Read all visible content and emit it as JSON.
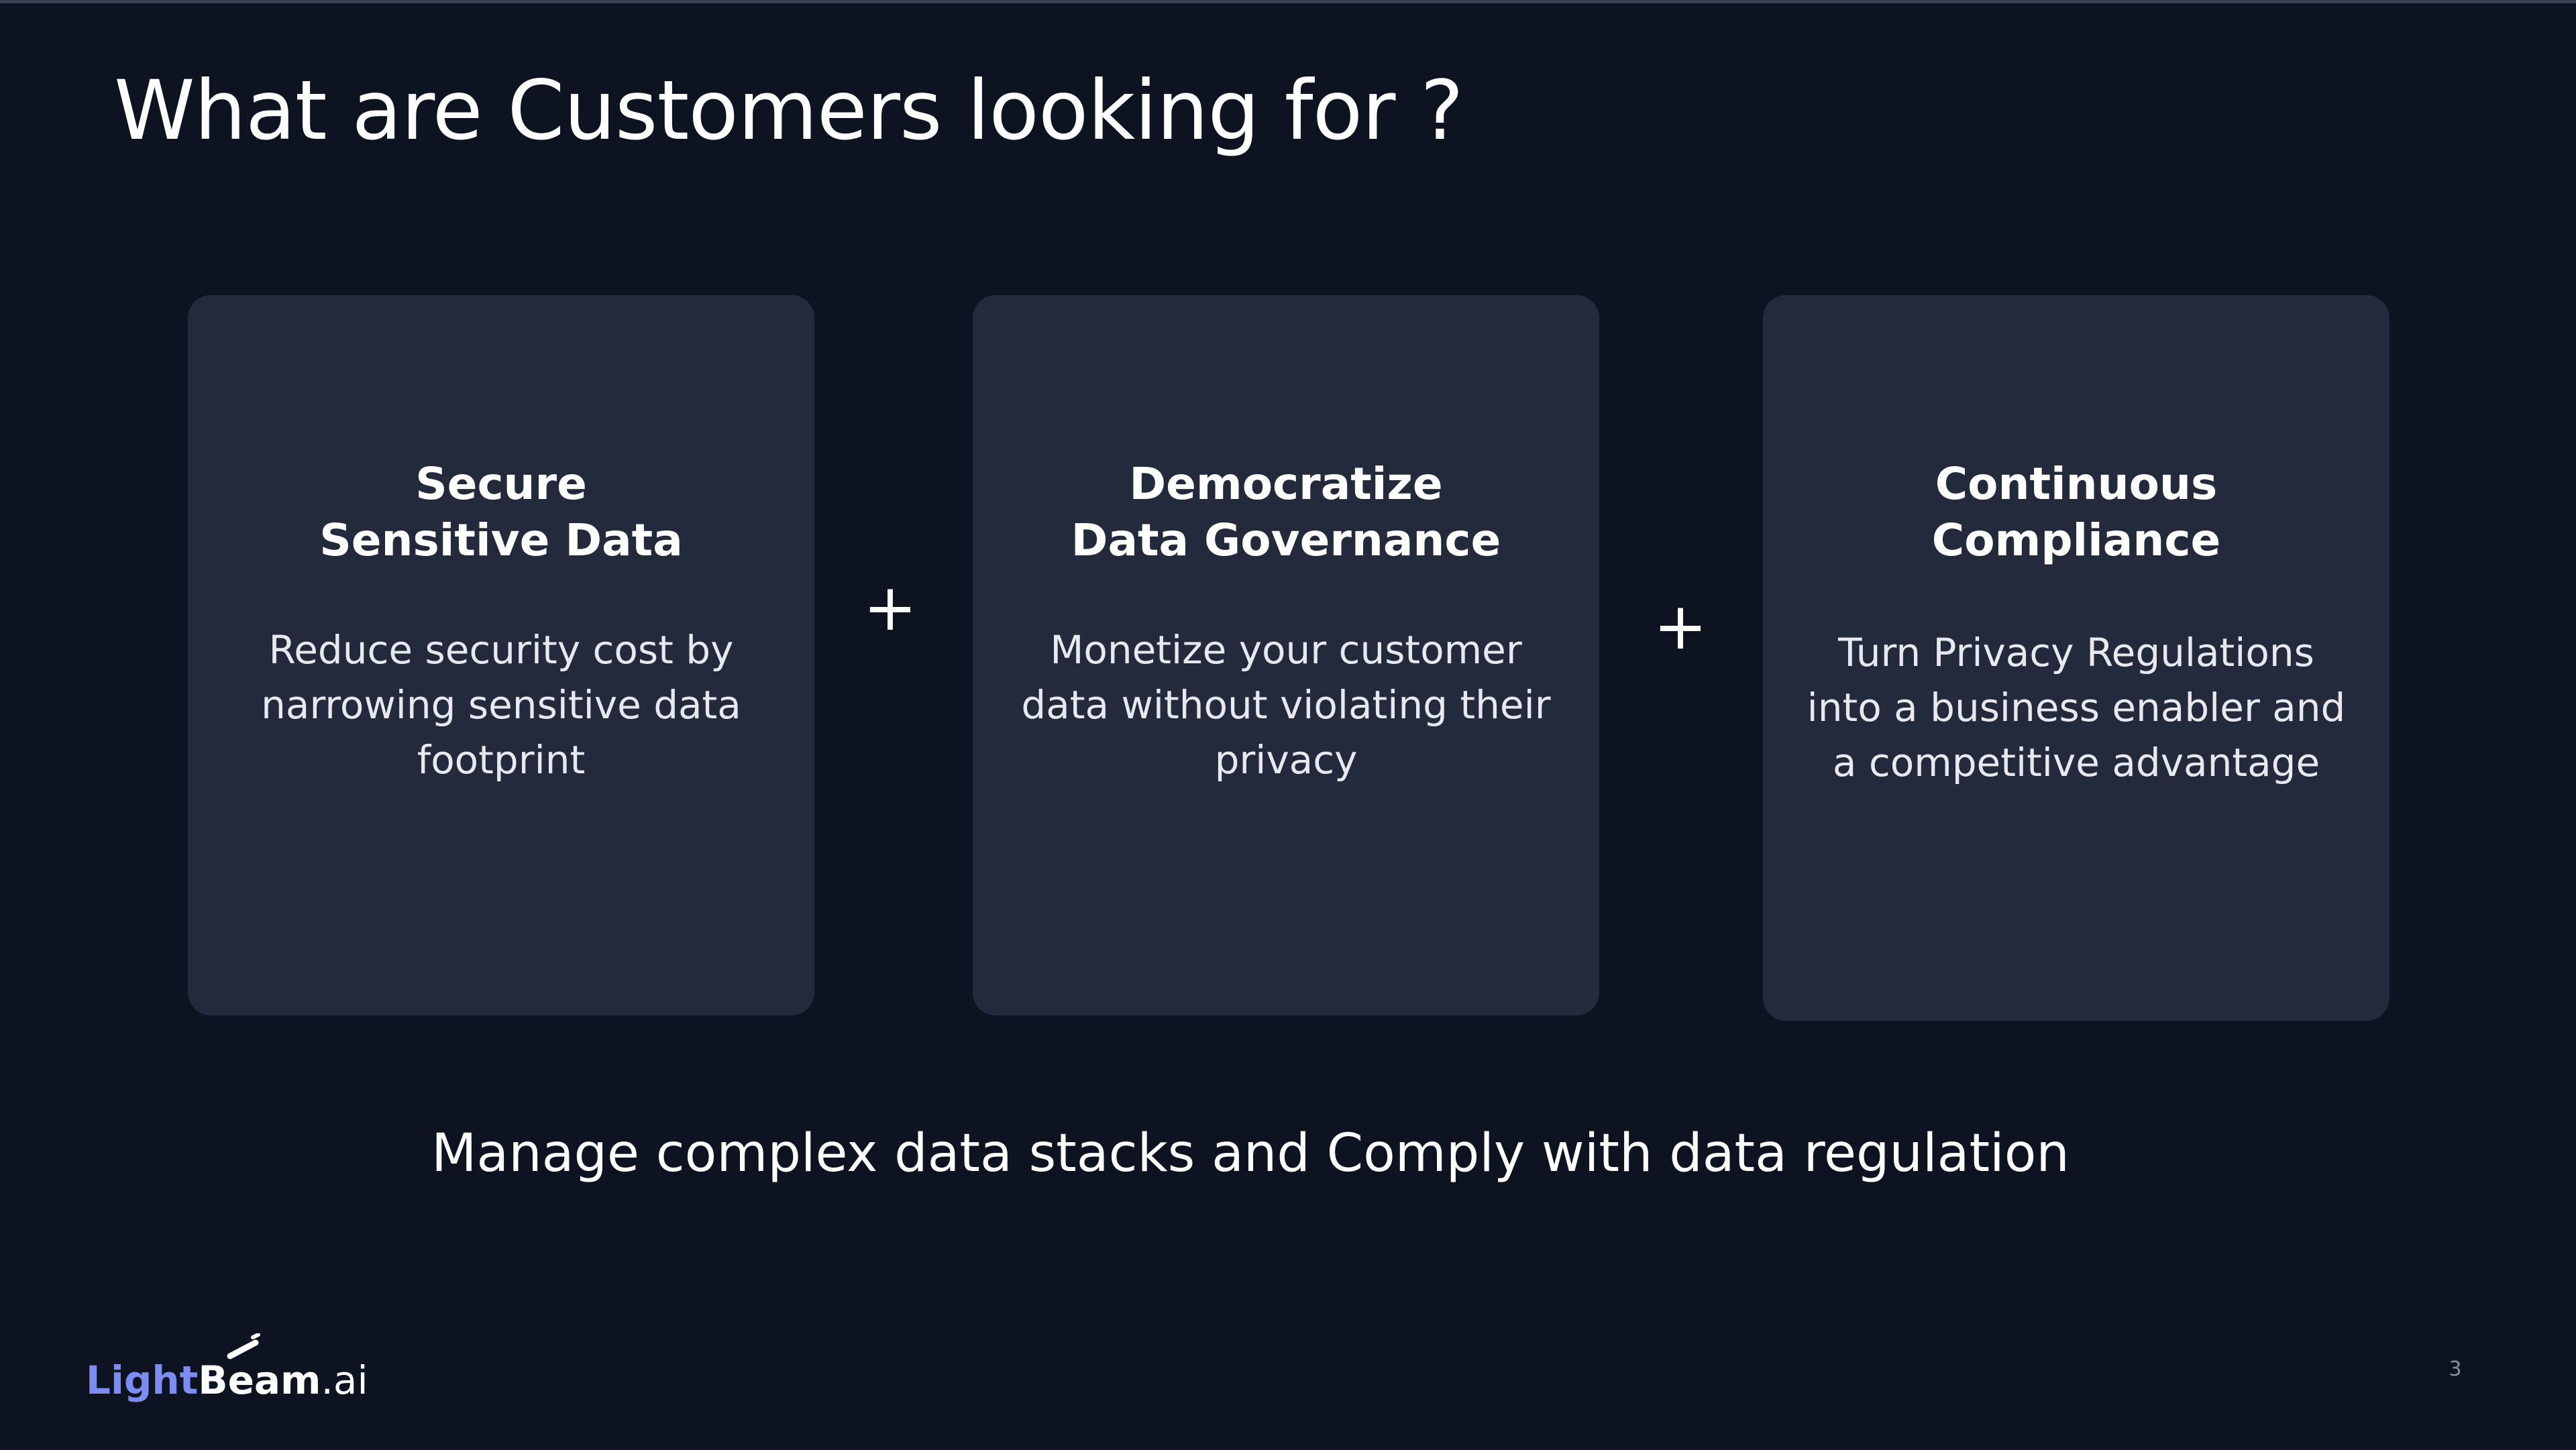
{
  "slide": {
    "title": "What are Customers looking for ?",
    "tagline": "Manage complex data stacks and Comply with data regulation",
    "page_number": "3"
  },
  "cards": [
    {
      "heading": "Secure\nSensitive Data",
      "body": "Reduce security cost by\nnarrowing sensitive data\nfootprint"
    },
    {
      "heading": "Democratize\nData Governance",
      "body": "Monetize your customer\ndata without violating their\nprivacy"
    },
    {
      "heading": "Continuous\nCompliance",
      "body": "Turn Privacy Regulations\ninto a business enabler and\na competitive advantage"
    }
  ],
  "separators": [
    "+",
    "+"
  ],
  "logo": {
    "part1": "Light",
    "part2": "Beam",
    "part3": ".ai"
  },
  "colors": {
    "background": "#0e1321",
    "card": "#232a3c",
    "logo_accent": "#7d8cf0"
  },
  "icons": {
    "logo_mark": "light-beam-icon"
  }
}
